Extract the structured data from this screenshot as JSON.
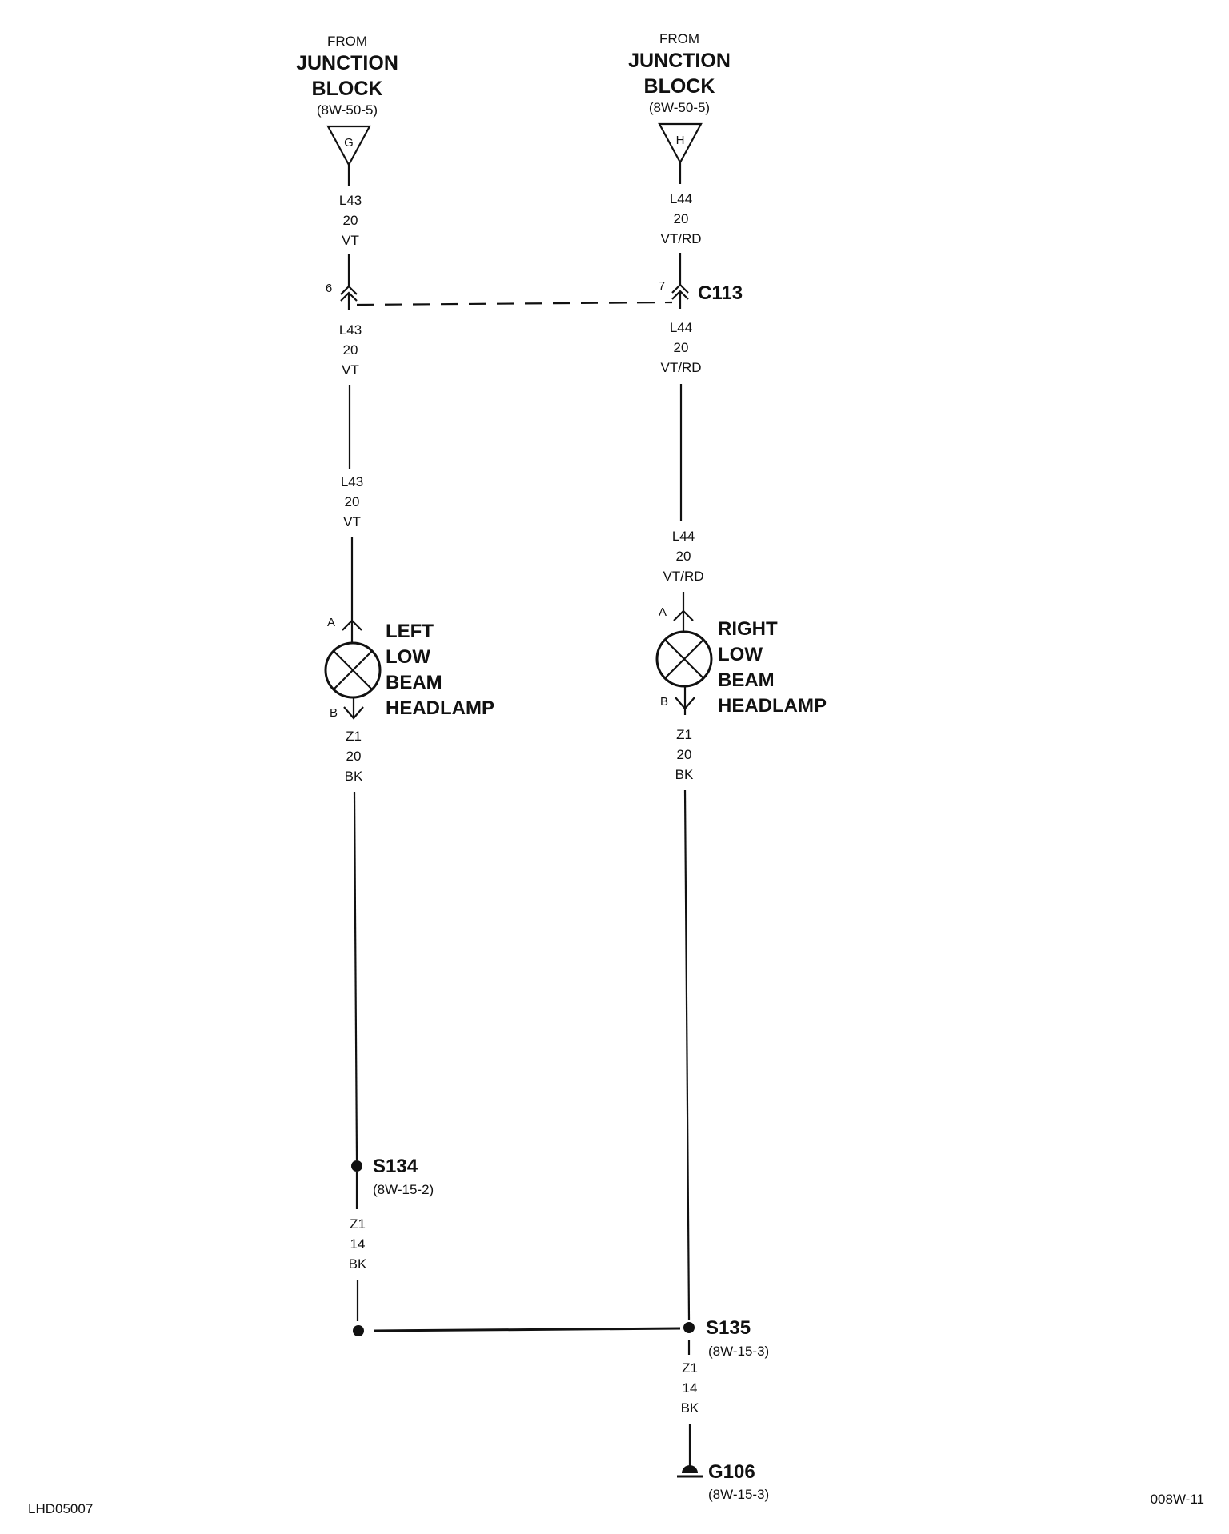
{
  "sources": [
    {
      "from": "FROM",
      "line1": "JUNCTION",
      "line2": "BLOCK",
      "ref": "(8W-50-5)",
      "pin": "G"
    },
    {
      "from": "FROM",
      "line1": "JUNCTION",
      "line2": "BLOCK",
      "ref": "(8W-50-5)",
      "pin": "H"
    }
  ],
  "wires": {
    "left_top": {
      "circuit": "L43",
      "gauge": "20",
      "color": "VT"
    },
    "left_mid": {
      "circuit": "L43",
      "gauge": "20",
      "color": "VT"
    },
    "left_lower": {
      "circuit": "L43",
      "gauge": "20",
      "color": "VT"
    },
    "right_top": {
      "circuit": "L44",
      "gauge": "20",
      "color": "VT/RD"
    },
    "right_mid": {
      "circuit": "L44",
      "gauge": "20",
      "color": "VT/RD"
    },
    "right_lower": {
      "circuit": "L44",
      "gauge": "20",
      "color": "VT/RD"
    },
    "left_ground": {
      "circuit": "Z1",
      "gauge": "20",
      "color": "BK"
    },
    "right_ground": {
      "circuit": "Z1",
      "gauge": "20",
      "color": "BK"
    },
    "splice_left": {
      "circuit": "Z1",
      "gauge": "14",
      "color": "BK"
    },
    "splice_out": {
      "circuit": "Z1",
      "gauge": "14",
      "color": "BK"
    }
  },
  "connector": {
    "name": "C113",
    "pin_left": "6",
    "pin_right": "7"
  },
  "lamps": [
    {
      "l1": "LEFT",
      "l2": "LOW",
      "l3": "BEAM",
      "l4": "HEADLAMP",
      "pin_a": "A",
      "pin_b": "B"
    },
    {
      "l1": "RIGHT",
      "l2": "LOW",
      "l3": "BEAM",
      "l4": "HEADLAMP",
      "pin_a": "A",
      "pin_b": "B"
    }
  ],
  "splices": [
    {
      "name": "S134",
      "ref": "(8W-15-2)"
    },
    {
      "name": "S135",
      "ref": "(8W-15-3)"
    }
  ],
  "ground": {
    "name": "G106",
    "ref": "(8W-15-3)"
  },
  "footer": {
    "left": "LHD05007",
    "right": "008W-11"
  }
}
